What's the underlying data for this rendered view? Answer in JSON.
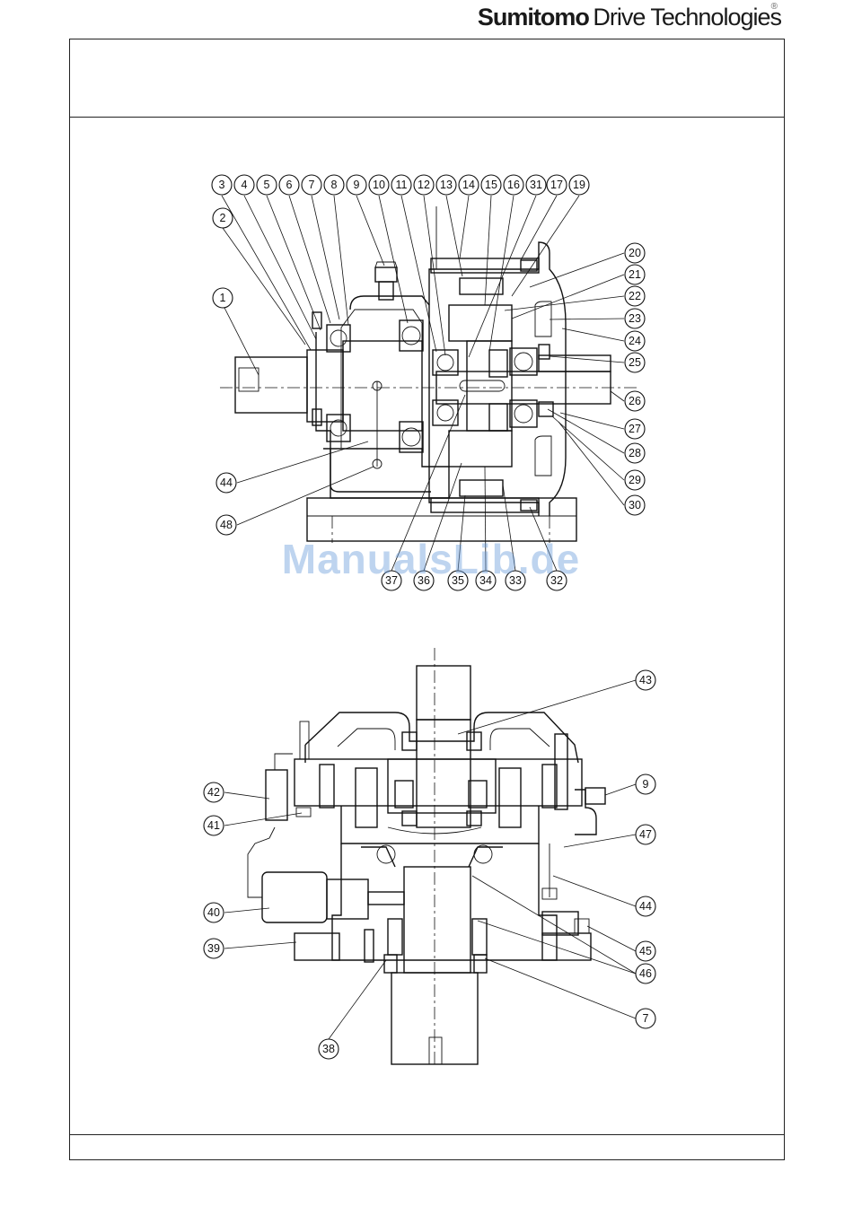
{
  "header": {
    "brand_bold": "Sumitomo",
    "brand_light": "Drive Technologies"
  },
  "watermark": "ManualsLib.de",
  "figures": [
    {
      "name": "horizontal-section",
      "callouts": [
        "3",
        "4",
        "5",
        "6",
        "7",
        "8",
        "9",
        "10",
        "11",
        "12",
        "13",
        "14",
        "15",
        "16",
        "31",
        "17",
        "19",
        "2",
        "1",
        "20",
        "21",
        "22",
        "23",
        "24",
        "25",
        "26",
        "27",
        "28",
        "29",
        "30",
        "44",
        "48",
        "37",
        "36",
        "35",
        "34",
        "33",
        "32"
      ]
    },
    {
      "name": "vertical-section",
      "callouts": [
        "43",
        "9",
        "42",
        "41",
        "47",
        "40",
        "44",
        "39",
        "45",
        "46",
        "7",
        "38"
      ]
    }
  ]
}
